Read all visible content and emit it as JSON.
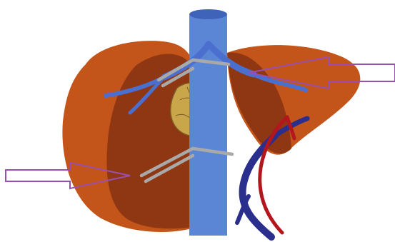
{
  "colors": {
    "background": "#ffffff",
    "liver": "#c4551a",
    "liver_highlight": "#d66a24",
    "liver_cut_face": "#8f3612",
    "vena_cava": "#5b86d6",
    "vena_cava_dark": "#3f63b8",
    "hepatic_veins": "#4b6fcf",
    "portal_vein": "#2a2e8c",
    "hepatic_artery": "#b3161c",
    "clamps": "#a9a9a9",
    "tumor": "#c9a64a",
    "tumor_outline": "#7b5a25",
    "arrows": "#9a4fb0"
  },
  "icons": [
    "liver-diagram",
    "vena-cava",
    "hepatic-veins",
    "portal-vein",
    "hepatic-artery",
    "vascular-clamps",
    "tumor",
    "arrow-left",
    "arrow-right"
  ]
}
